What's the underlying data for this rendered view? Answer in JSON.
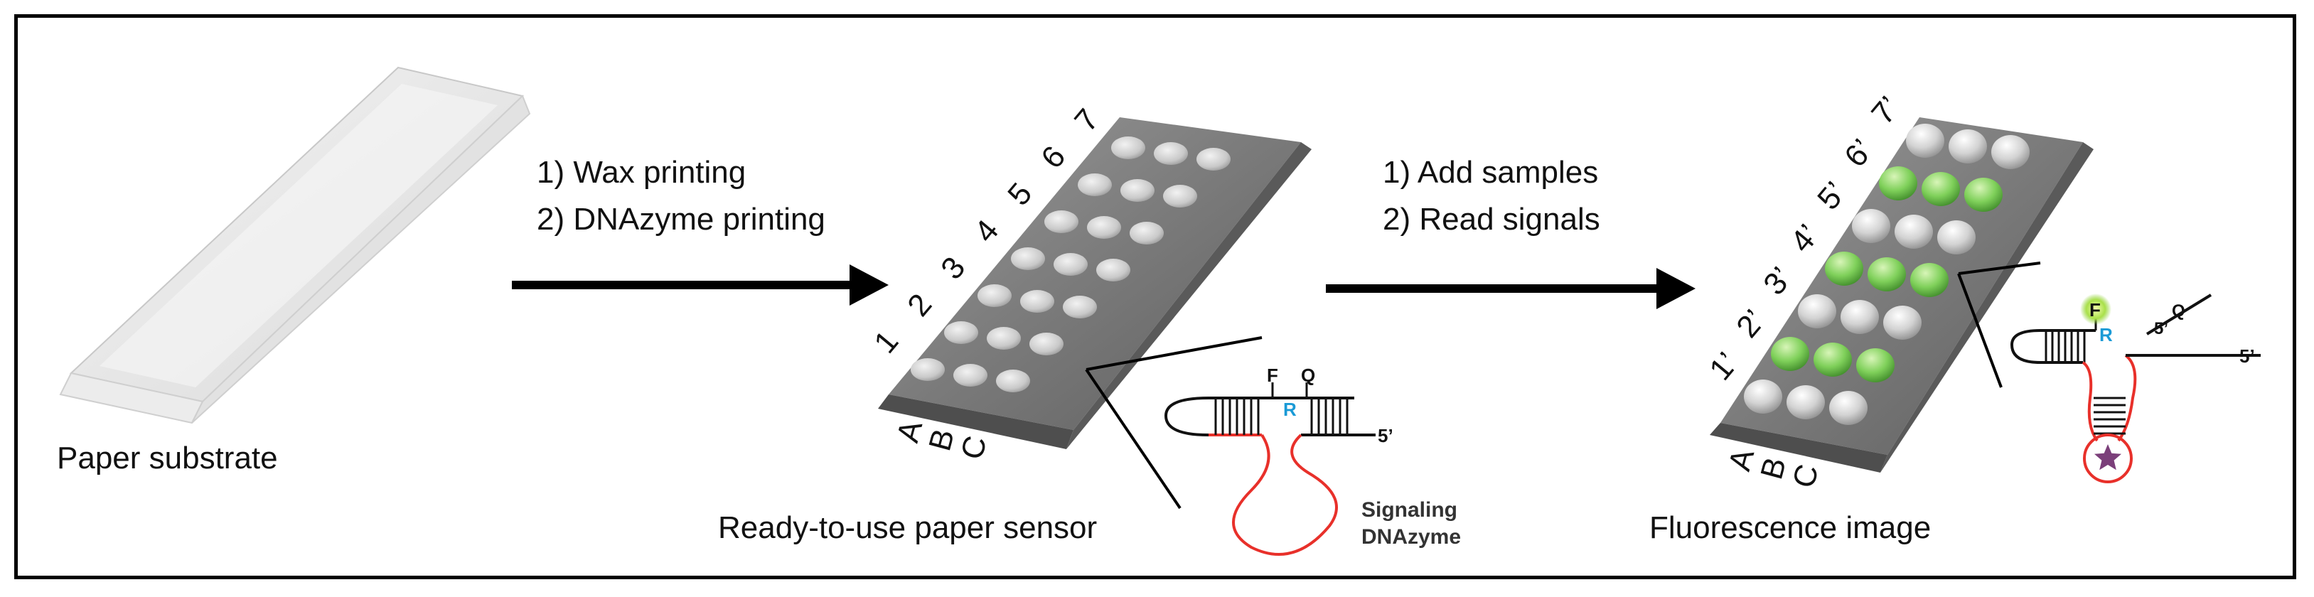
{
  "figure": {
    "steps_1": [
      "1) Wax printing",
      "2) DNAzyme printing"
    ],
    "steps_2": [
      "1) Add samples",
      "2) Read signals"
    ],
    "captions": {
      "substrate": "Paper substrate",
      "sensor": "Ready-to-use paper sensor",
      "fluorescence": "Fluorescence image"
    },
    "sensor_columns": [
      "1",
      "2",
      "3",
      "4",
      "5",
      "6",
      "7"
    ],
    "fluor_columns": [
      "1’",
      "2’",
      "3’",
      "4’",
      "5’",
      "6’",
      "7’"
    ],
    "rows": [
      "A",
      "B",
      "C"
    ],
    "lit_columns": [
      2,
      4,
      6
    ],
    "dnazyme_labels": {
      "fluorophore": "F",
      "ribo": "R",
      "quencher": "Q",
      "five_prime": "5’",
      "signaling": "Signaling",
      "dnazyme": "DNAzyme",
      "cleaved_five_prime": "5’",
      "cleaved_quencher": "Q"
    },
    "colors": {
      "strand": "#e8302a",
      "ribo_label": "#1a9ad6",
      "fluorophore_glow": "#8fd13a",
      "star": "#7b3f7a",
      "positive_well": "#7fd05a"
    }
  }
}
